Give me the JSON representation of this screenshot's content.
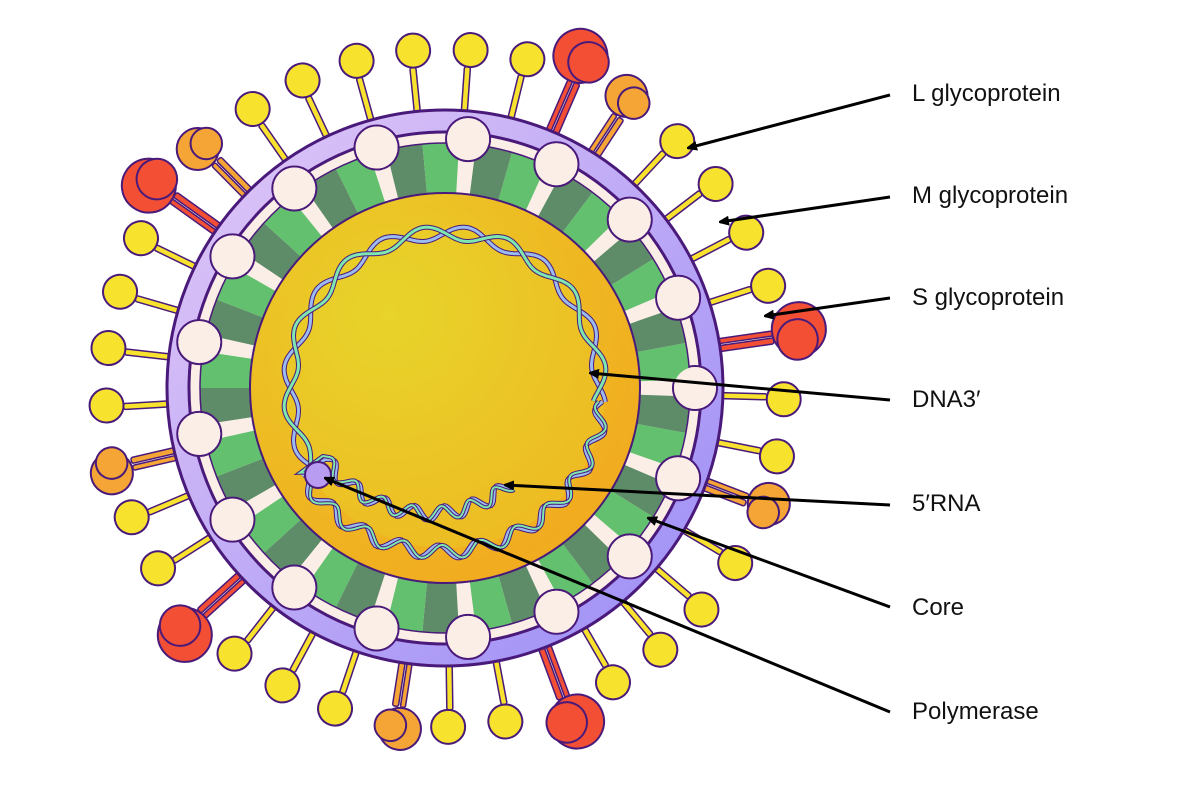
{
  "labels": {
    "l_glycoprotein": "L glycoprotein",
    "m_glycoprotein": "M glycoprotein",
    "s_glycoprotein": "S glycoprotein",
    "dna3": "DNA3′",
    "rna5": "5′RNA",
    "core": "Core",
    "polymerase": "Polymerase"
  },
  "colors": {
    "outline": "#4a1a7a",
    "membrane_light": "#e2c8f7",
    "membrane_dark": "#9a8cf5",
    "inner_ring": "#fbeee6",
    "core_light": "#62c06e",
    "core_dark": "#5e8c68",
    "interior_orange": "#f2a81e",
    "interior_yellow": "#e8d42a",
    "s_spike": "#f7e22e",
    "m_spike": "#f5a535",
    "l_spike": "#f24f35",
    "dna_blue": "#9bbcf0",
    "dna_green": "#7ee8b0",
    "polymerase": "#b79cf2",
    "arrow": "#000000"
  }
}
